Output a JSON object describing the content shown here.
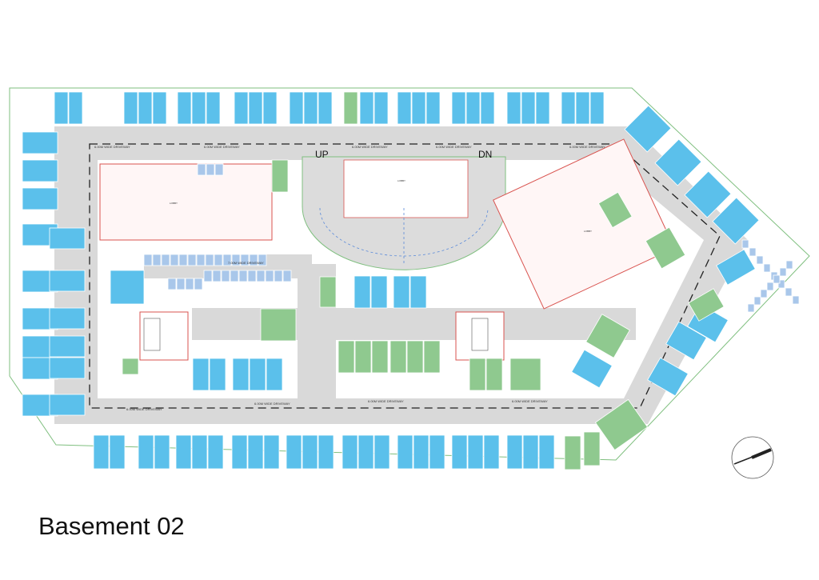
{
  "title": "Basement 02",
  "ramps": {
    "up": "UP",
    "down": "DN"
  },
  "driveway_labels": [
    "6.00M WIDE DRIVEWAY",
    "6.00M WIDE DRIVEWAY",
    "6.00M WIDE DRIVEWAY",
    "6.00M WIDE DRIVEWAY",
    "6.00M WIDE DRIVEWAY",
    "6.00M WIDE DRIVEWAY",
    "6.00M WIDE DRIVEWAY",
    "6.00M WIDE DRIVEWAY",
    "7.00M WIDE DRIVEWAY",
    "6.00M WIDE DRIVEWAY"
  ],
  "lobbies": [
    "LOBBY",
    "LOBBY",
    "LOBBY"
  ],
  "colors": {
    "driveway": "#d9d9d9",
    "car_parking": "#5bc0eb",
    "bike_parking": "#8fc98f",
    "site_boundary": "#7fbf7f",
    "walls": "#d9534f",
    "core": "#b0c4de"
  }
}
